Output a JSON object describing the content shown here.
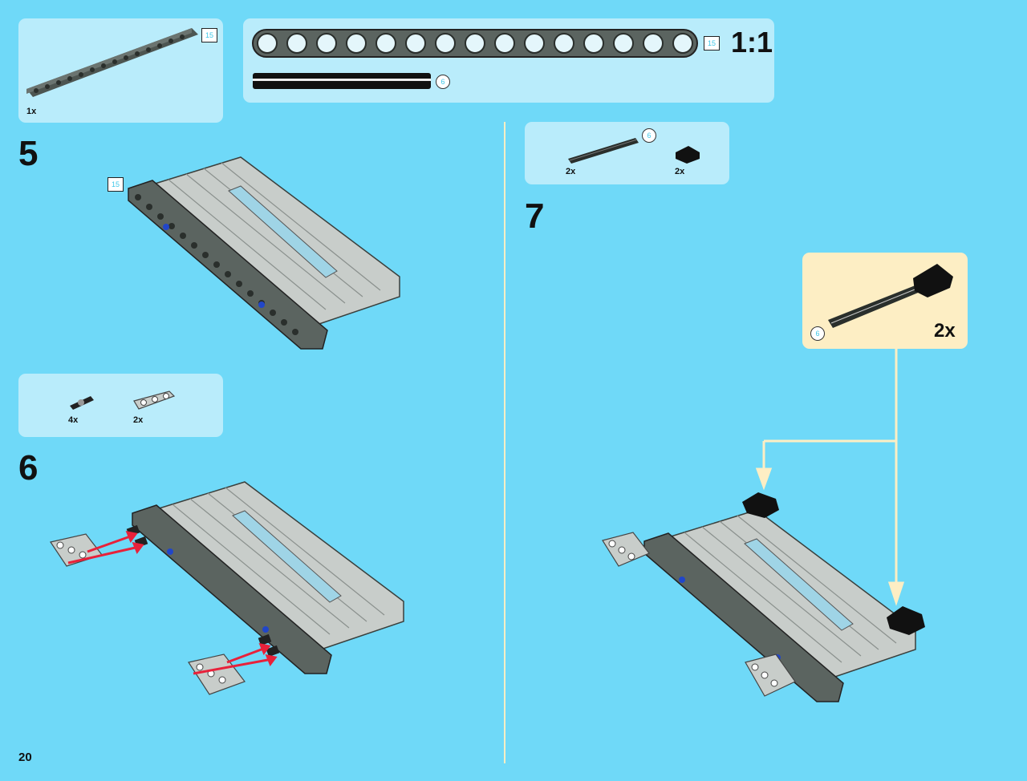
{
  "page": {
    "number": "20"
  },
  "parts_box_top": {
    "quantity": "1x",
    "length": "15"
  },
  "scale_box": {
    "scale_label": "1:1",
    "beam_length": "15",
    "axle_length": "6"
  },
  "step5": {
    "number": "5",
    "length": "15"
  },
  "parts_box_step6": {
    "pin_quantity": "4x",
    "beam_quantity": "2x"
  },
  "step6": {
    "number": "6"
  },
  "parts_box_step7": {
    "axle_quantity": "2x",
    "axle_length": "6",
    "connector_quantity": "2x"
  },
  "step7": {
    "number": "7",
    "callout": {
      "axle_length": "6",
      "quantity": "2x"
    }
  },
  "colors": {
    "background": "#6fd9f8",
    "parts_box": "#b9ecfb",
    "callout": "#fdeec4",
    "dark_gray": "#5b6460",
    "light_gray": "#c8cdca",
    "arrow_red": "#e8213a",
    "callout_arrow": "#fdeec4"
  }
}
